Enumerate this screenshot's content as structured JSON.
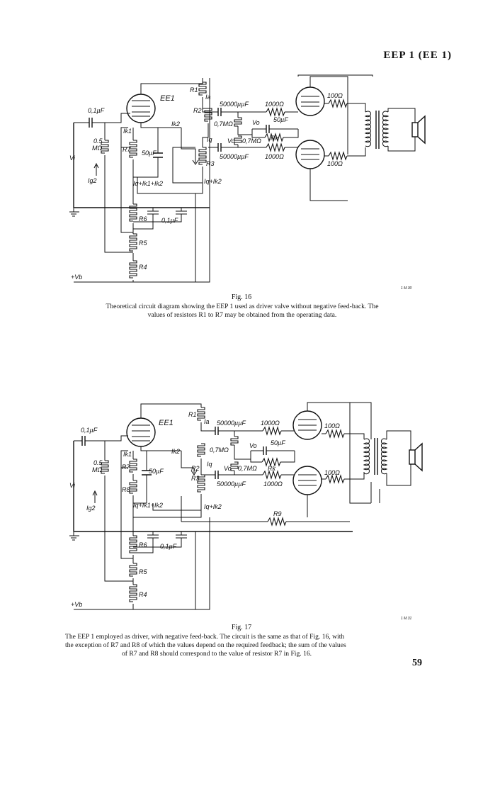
{
  "page": {
    "header": "EEP 1 (EE 1)",
    "page_number": "59"
  },
  "figure16": {
    "number": "Fig. 16",
    "caption_line1": "Theoretical circuit diagram showing the EEP 1 used as driver valve without negative feed-back. The",
    "caption_line2": "values of resistors R1 to R7 may be obtained from the operating data.",
    "credit": "1 M.30",
    "labels": {
      "cap_in": "0,1µF",
      "vi": "Vi",
      "r_grid": "0.5",
      "r_grid_unit": "MΩ",
      "ig2": "Ig2",
      "valve": "EE1",
      "ik1": "Ik1",
      "r7": "R7",
      "c50": "50µF",
      "iq_sum": "Iq+Ik1+Ik2",
      "ik2": "Ik2",
      "r1": "R1",
      "ia": "Ia",
      "r2": "R2",
      "iq": "Iq",
      "r3": "R3",
      "iq_ik2": "Iq+Ik2",
      "c_top": "50000µµF",
      "c_bot": "50000µµF",
      "r07_top": "0,7MΩ",
      "r07_bot": "0,7MΩ",
      "vo_a": "Vo",
      "vo_b": "Vo",
      "r1000_top": "1000Ω",
      "r1000_bot": "1000Ω",
      "c50_out": "50µF",
      "rk": "Rk",
      "r100_top": "100Ω",
      "r100_bot": "100Ω",
      "r6": "R6",
      "c01": "0,1µF",
      "r5": "R5",
      "r4": "R4",
      "vb": "+Vb"
    }
  },
  "figure17": {
    "number": "Fig. 17",
    "caption_line1": "The EEP 1 employed as driver, with negative feed-back. The circuit is the same as that of Fig. 16, with",
    "caption_line2": "the exception of R7 and R8 of which the values depend on the required feedback; the sum of the values",
    "caption_line3": "of R7 and R8 should correspond to the value of resistor R7 in Fig. 16.",
    "credit": "1 M.31",
    "labels": {
      "cap_in": "0,1µF",
      "vi": "Vi",
      "r_grid": "0.5",
      "r_grid_unit": "MΩ",
      "ig2": "Ig2",
      "valve": "EE1",
      "ik1": "Ik1",
      "r7": "R7",
      "r8": "R8",
      "c50": "50µF",
      "iq_sum": "Iq+Ik1+Ik2",
      "ik2": "Ik2",
      "r1": "R1",
      "ia": "Ia",
      "r2": "R2",
      "iq": "Iq",
      "r3": "R3",
      "iq_ik2": "Iq+Ik2",
      "c_top": "50000µµF",
      "c_bot": "50000µµF",
      "r07_top": "0,7MΩ",
      "r07_bot": "0,7MΩ",
      "vo_a": "Vo",
      "vo_b": "Vo",
      "r1000_top": "1000Ω",
      "r1000_bot": "1000Ω",
      "c50_out": "50µF",
      "rk": "Rk",
      "r100_top": "100Ω",
      "r100_bot": "100Ω",
      "r9": "R9",
      "r6": "R6",
      "c01": "0,1µF",
      "r5": "R5",
      "r4": "R4",
      "vb": "+Vb"
    }
  }
}
